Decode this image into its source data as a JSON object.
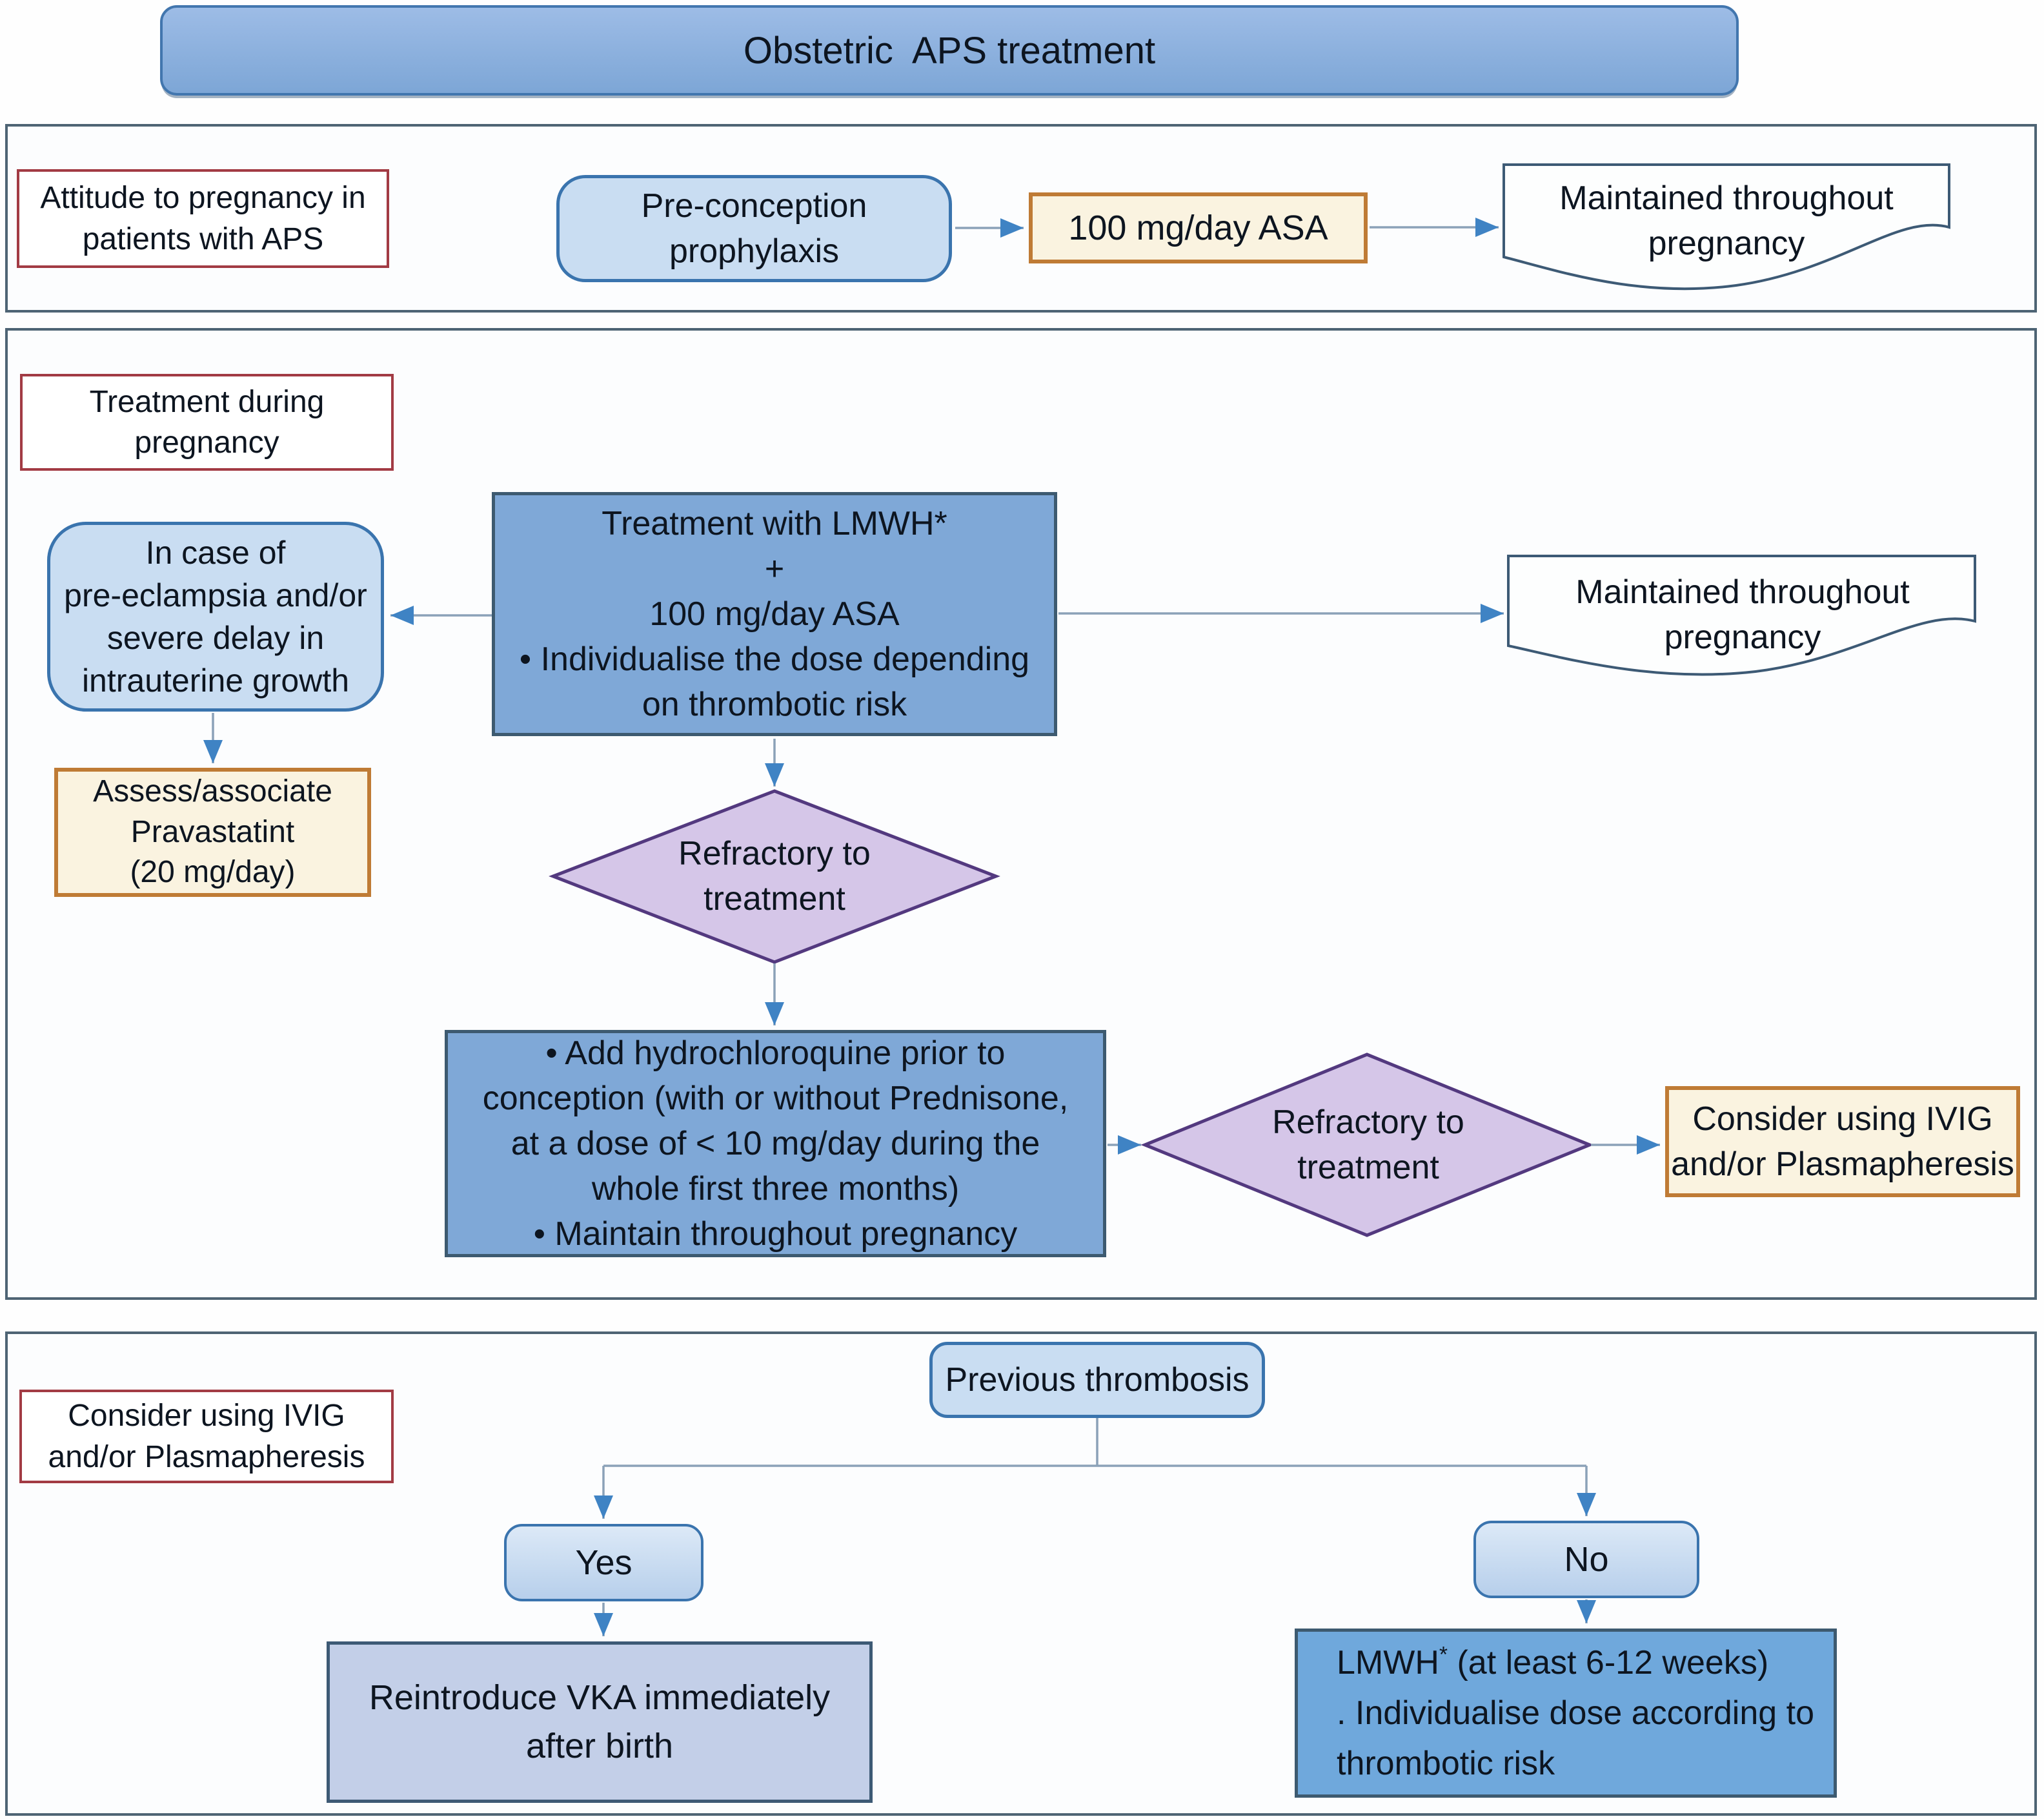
{
  "title": "Obstetric  APS treatment",
  "colors": {
    "text": "#0d1520",
    "panel_border": "#4e6474",
    "panel_fill": "#fcfdfe",
    "title_fill": "#8fb2de",
    "title_border": "#4276ae",
    "node_blue_fill": "#7fa8d7",
    "node_blue_border": "#3d5a70",
    "light_blue_fill": "#c9ddf2",
    "light_blue_border": "#3a74ae",
    "cream_fill": "#faf3e0",
    "cream_border": "#bf7b35",
    "label_border": "#a23b44",
    "diamond_fill": "#d5c6e8",
    "diamond_border": "#53397f",
    "doc_border": "#3d5a75",
    "arrow_line": "#8ba2b8",
    "arrow_head": "#3f83c4",
    "vka_fill": "#c3cfe8",
    "lmwh_fill": "#6fa8dc"
  },
  "panels": {
    "prophylaxis": {
      "label": {
        "lines": [
          "Attitude to pregnancy in",
          "patients with APS"
        ]
      },
      "preconception": {
        "lines": [
          "Pre-conception",
          "prophylaxis"
        ]
      },
      "asa": "100 mg/day ASA",
      "maintained": {
        "lines": [
          "Maintained throughout",
          "pregnancy"
        ]
      }
    },
    "during_pregnancy": {
      "label": {
        "lines": [
          "Treatment during",
          "pregnancy"
        ]
      },
      "main_treatment": {
        "lines": [
          "Treatment with LMWH*",
          "+",
          "100 mg/day ASA",
          "• Individualise the dose depending",
          "on thrombotic risk"
        ]
      },
      "preeclampsia": {
        "lines": [
          "In case of",
          "pre-eclampsia and/or",
          "severe delay in",
          "intrauterine growth"
        ]
      },
      "pravastatin": {
        "lines": [
          "Assess/associate",
          "Pravastatint",
          "(20 mg/day)"
        ]
      },
      "maintained": {
        "lines": [
          "Maintained throughout",
          "pregnancy"
        ]
      },
      "refractory1": {
        "lines": [
          "Refractory to",
          "treatment"
        ]
      },
      "hydrochloroquine": {
        "lines": [
          "• Add hydrochloroquine prior to",
          "conception (with or without Prednisone,",
          "at a dose of < 10 mg/day during the",
          "whole first three months)",
          "• Maintain throughout pregnancy"
        ]
      },
      "refractory2": {
        "lines": [
          "Refractory to",
          "treatment"
        ]
      },
      "ivig": {
        "lines": [
          "Consider using IVIG",
          "and/or Plasmapheresis"
        ]
      }
    },
    "previous_thrombosis": {
      "label": {
        "lines": [
          "Consider using IVIG",
          "and/or Plasmapheresis"
        ]
      },
      "question": "Previous thrombosis",
      "yes": "Yes",
      "no": "No",
      "vka": {
        "lines": [
          "Reintroduce VKA immediately",
          "after birth"
        ]
      },
      "lmwh": {
        "prefix": "LMWH",
        "sup": "*",
        "line1_rest": " (at least 6-12 weeks)",
        "line2": ". Individualise dose according to",
        "line3": "thrombotic risk"
      }
    }
  }
}
